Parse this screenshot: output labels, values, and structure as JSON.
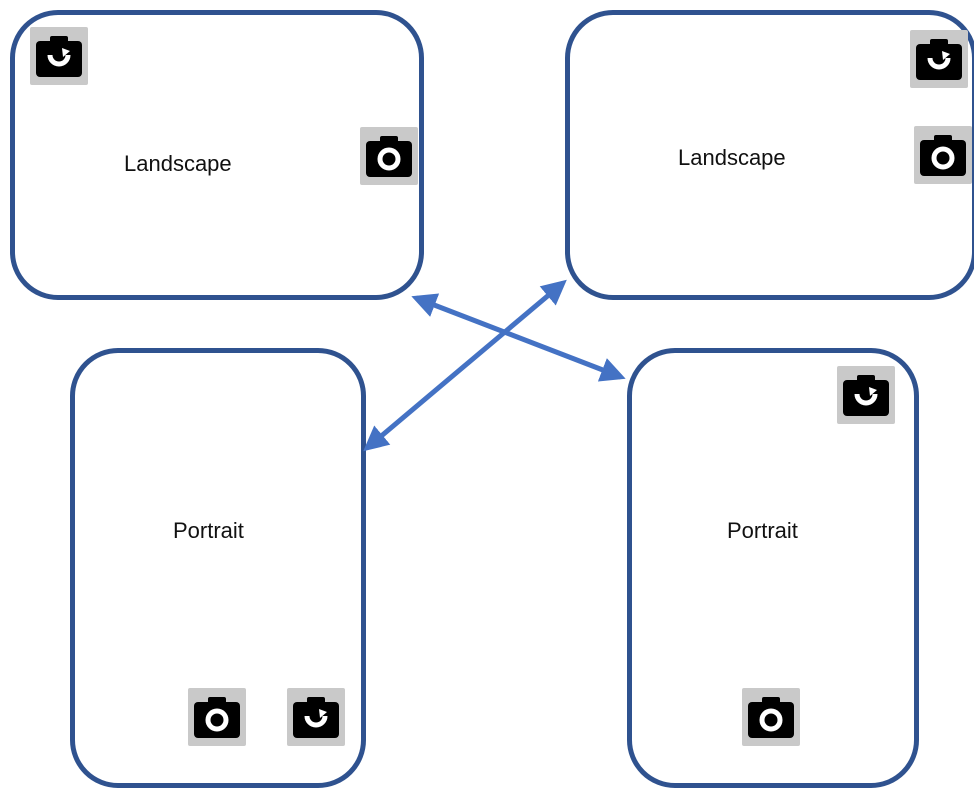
{
  "diagram": {
    "colors": {
      "frame": "#2f528f",
      "arrow": "#4472c4",
      "icon_tile": "#c9c9c9",
      "icon": "#000000"
    },
    "frames": [
      {
        "id": "landscape-left",
        "label": "Landscape",
        "icons": [
          "selfie-camera-icon",
          "camera-icon"
        ]
      },
      {
        "id": "landscape-right",
        "label": "Landscape",
        "icons": [
          "selfie-camera-icon",
          "camera-icon"
        ]
      },
      {
        "id": "portrait-left",
        "label": "Portrait",
        "icons": [
          "camera-icon",
          "selfie-camera-icon"
        ]
      },
      {
        "id": "portrait-right",
        "label": "Portrait",
        "icons": [
          "selfie-camera-icon",
          "camera-icon"
        ]
      }
    ],
    "connections": [
      {
        "from": "landscape-left",
        "to": "portrait-right",
        "arrowheads": "both"
      },
      {
        "from": "landscape-right",
        "to": "portrait-left",
        "arrowheads": "both"
      }
    ]
  }
}
